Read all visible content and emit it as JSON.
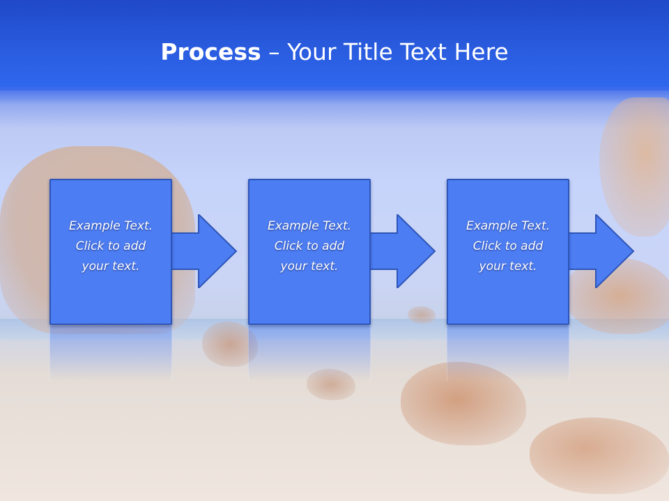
{
  "slide": {
    "title_bold": "Process",
    "title_rest": " – Your Title Text Here"
  },
  "steps": [
    {
      "text": "Example Text.\nClick  to add\nyour text."
    },
    {
      "text": "Example Text.\nClick  to add\nyour text."
    },
    {
      "text": "Example Text.\nClick  to add\nyour text."
    }
  ],
  "colors": {
    "header": "#2a5cdf",
    "box_fill": "#4d7df3",
    "box_border": "#2d55b6"
  }
}
